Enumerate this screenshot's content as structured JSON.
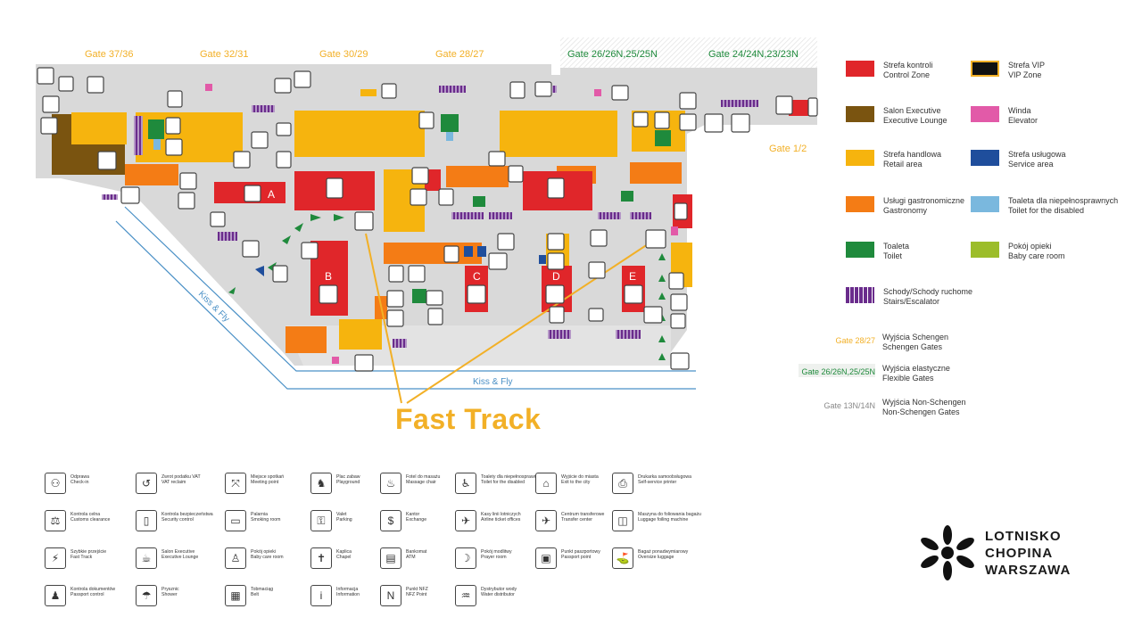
{
  "gates": {
    "g3736": "Gate 37/36",
    "g3231": "Gate 32/31",
    "g3029": "Gate 30/29",
    "g2827": "Gate 28/27",
    "g26": "Gate 26/26N,25/25N",
    "g24": "Gate 24/24N,23/23N",
    "g12": "Gate 1/2"
  },
  "zone_letters": {
    "a": "A",
    "b": "B",
    "c": "C",
    "d": "D",
    "e": "E"
  },
  "kiss_and_fly": "Kiss & Fly",
  "fast_track_label": "Fast Track",
  "colors": {
    "security": "#e0262a",
    "executive": "#7a5410",
    "retail": "#f6b40e",
    "gastronomy": "#f47c15",
    "toilet": "#1f8a3c",
    "stairs": "#6a2c8c",
    "vip": "#111111",
    "elevator": "#e25aa8",
    "service": "#1f4e9c",
    "disabled_toilet": "#7ab8de",
    "baby_care": "#9cbd2a",
    "floor": "#d9d9d9",
    "gate_schengen": "#f2b027",
    "gate_flexible": "#1f8a3c",
    "gate_nonschengen": "#888888",
    "kiss_fly": "#4a90c6"
  },
  "legend": [
    {
      "pl": "Strefa kontroli",
      "en": "Control Zone",
      "color_key": "security"
    },
    {
      "pl": "Strefa VIP",
      "en": "VIP Zone",
      "color_key": "vip"
    },
    {
      "pl": "Salon Executive",
      "en": "Executive Lounge",
      "color_key": "executive"
    },
    {
      "pl": "Winda",
      "en": "Elevator",
      "color_key": "elevator"
    },
    {
      "pl": "Strefa handlowa",
      "en": "Retail area",
      "color_key": "retail"
    },
    {
      "pl": "Strefa usługowa",
      "en": "Service area",
      "color_key": "service"
    },
    {
      "pl": "Usługi gastronomiczne",
      "en": "Gastronomy",
      "color_key": "gastronomy"
    },
    {
      "pl": "Toaleta dla niepełnosprawnych",
      "en": "Toilet for the disabled",
      "color_key": "disabled_toilet"
    },
    {
      "pl": "Toaleta",
      "en": "Toilet",
      "color_key": "toilet"
    },
    {
      "pl": "Pokój opieki",
      "en": "Baby care room",
      "color_key": "baby_care"
    },
    {
      "pl": "Schody/Schody ruchome",
      "en": "Stairs/Escalator",
      "color_key": "stairs"
    }
  ],
  "gate_legend": [
    {
      "label": "Gate 28/27",
      "pl": "Wyjścia Schengen",
      "en": "Schengen Gates",
      "color_key": "gate_schengen"
    },
    {
      "label": "Gate 26/26N,25/25N",
      "pl": "Wyjścia elastyczne",
      "en": "Flexible Gates",
      "color_key": "gate_flexible"
    },
    {
      "label": "Gate 13N/14N",
      "pl": "Wyjścia Non-Schengen",
      "en": "Non-Schengen Gates",
      "color_key": "gate_nonschengen"
    }
  ],
  "icon_legend": [
    {
      "icon": "check-in-icon",
      "glyph": "⚇",
      "pl": "Odprawa",
      "en": "Check-in"
    },
    {
      "icon": "vat-icon",
      "glyph": "↺",
      "pl": "Zwrot podatku VAT",
      "en": "VAT reclaim"
    },
    {
      "icon": "meeting-point-icon",
      "glyph": "⤧",
      "pl": "Miejsce spotkań",
      "en": "Meeting point"
    },
    {
      "icon": "playground-icon",
      "glyph": "♞",
      "pl": "Plac zabaw",
      "en": "Playground"
    },
    {
      "icon": "massage-chair-icon",
      "glyph": "♨",
      "pl": "Fotel do masażu",
      "en": "Massage chair"
    },
    {
      "icon": "disabled-toilet-icon",
      "glyph": "♿",
      "pl": "Toalety dla niepełnosprawnych",
      "en": "Toilet for the disabled"
    },
    {
      "icon": "exit-city-icon",
      "glyph": "⌂",
      "pl": "Wyjście do miasta",
      "en": "Exit to the city"
    },
    {
      "icon": "printer-icon",
      "glyph": "⎙",
      "pl": "Drukarka samoobsługowa",
      "en": "Self-service printer"
    },
    {
      "icon": "customs-icon",
      "glyph": "⚖",
      "pl": "Kontrola celna",
      "en": "Customs clearance"
    },
    {
      "icon": "security-control-icon",
      "glyph": "▯",
      "pl": "Kontrola bezpieczeństwa",
      "en": "Security control"
    },
    {
      "icon": "smoking-room-icon",
      "glyph": "▭",
      "pl": "Palarnia",
      "en": "Smoking room"
    },
    {
      "icon": "valet-parking-icon",
      "glyph": "⚿",
      "pl": "Valet",
      "en": "Parking"
    },
    {
      "icon": "exchange-icon",
      "glyph": "$",
      "pl": "Kantor",
      "en": "Exchange"
    },
    {
      "icon": "ticket-office-icon",
      "glyph": "✈",
      "pl": "Kasy linii lotniczych",
      "en": "Airline ticket offices"
    },
    {
      "icon": "transfer-center-icon",
      "glyph": "✈",
      "pl": "Centrum transferowe",
      "en": "Transfer center"
    },
    {
      "icon": "luggage-foiling-icon",
      "glyph": "◫",
      "pl": "Maszyna do foliowania bagażu",
      "en": "Luggage foiling machine"
    },
    {
      "icon": "fast-track-icon",
      "glyph": "⚡",
      "pl": "Szybkie przejście",
      "en": "Fast Track"
    },
    {
      "icon": "executive-lounge-icon",
      "glyph": "☕",
      "pl": "Salon Executive",
      "en": "Executive Lounge"
    },
    {
      "icon": "baby-care-icon",
      "glyph": "♙",
      "pl": "Pokój opieki",
      "en": "Baby care room"
    },
    {
      "icon": "chapel-icon",
      "glyph": "✝",
      "pl": "Kaplica",
      "en": "Chapel"
    },
    {
      "icon": "atm-icon",
      "glyph": "▤",
      "pl": "Bankomat",
      "en": "ATM"
    },
    {
      "icon": "prayer-room-icon",
      "glyph": "☽",
      "pl": "Pokój modlitwy",
      "en": "Prayer room"
    },
    {
      "icon": "passport-point-icon",
      "glyph": "▣",
      "pl": "Punkt paszportowy",
      "en": "Passport point"
    },
    {
      "icon": "oversize-luggage-icon",
      "glyph": "⛳",
      "pl": "Bagaż ponadwymiarowy",
      "en": "Oversize luggage"
    },
    {
      "icon": "passport-control-icon",
      "glyph": "♟",
      "pl": "Kontrola dokumentów",
      "en": "Passport control"
    },
    {
      "icon": "shower-icon",
      "glyph": "☂",
      "pl": "Prysznic",
      "en": "Shower"
    },
    {
      "icon": "left-luggage-icon",
      "glyph": "▦",
      "pl": "Tobmaciąg",
      "en": "Belt"
    },
    {
      "icon": "information-icon",
      "glyph": "i",
      "pl": "Informacja",
      "en": "Information"
    },
    {
      "icon": "nfz-icon",
      "glyph": "N",
      "pl": "Punkt NFZ",
      "en": "NFZ Point"
    },
    {
      "icon": "water-distributor-icon",
      "glyph": "♒",
      "pl": "Dystrybutor wody",
      "en": "Water distributor"
    }
  ],
  "logo": {
    "line1": "LOTNISKO",
    "line2": "CHOPINA",
    "line3": "WARSZAWA"
  }
}
